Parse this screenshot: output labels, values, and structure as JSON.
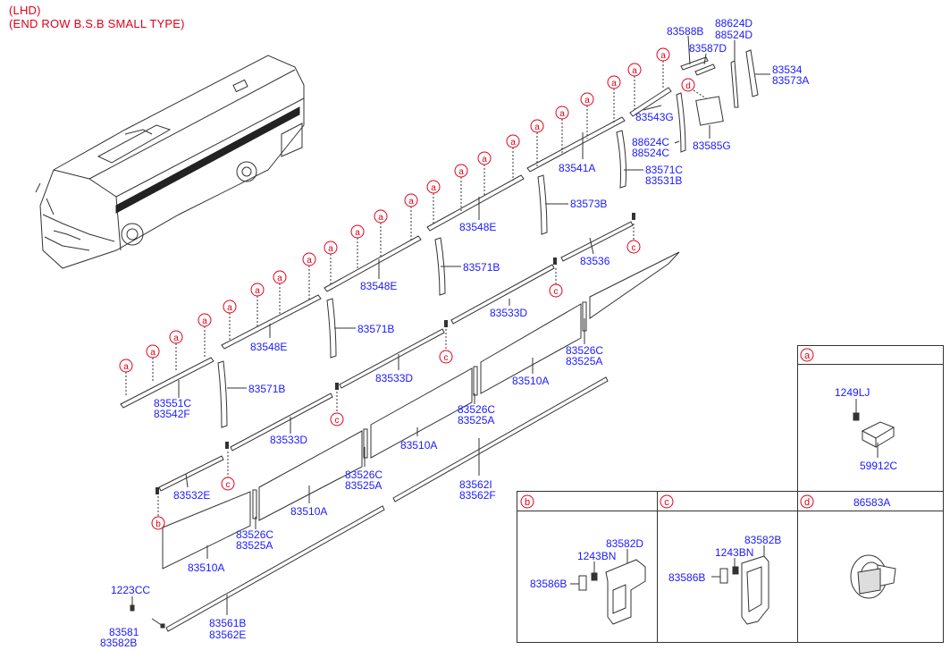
{
  "header": {
    "line1": "(LHD)",
    "line2": "(END ROW B.S.B SMALL TYPE)"
  },
  "colors": {
    "part_number": "#1a1aff",
    "marker": "#e0001a",
    "line": "#333333"
  },
  "parts": {
    "p83588B": "83588B",
    "p88624D": "88624D",
    "p88524D": "88524D",
    "p83587D": "83587D",
    "p83534": "83534",
    "p83573A": "83573A",
    "p83543G": "83543G",
    "p88624C": "88624C",
    "p88524C": "88524C",
    "p83585G": "83585G",
    "p83541A": "83541A",
    "p83571C": "83571C",
    "p83531B": "83531B",
    "p83573B": "83573B",
    "p83548E_1": "83548E",
    "p83536": "83536",
    "p83571B_1": "83571B",
    "p83548E_2": "83548E",
    "p83533D_1": "83533D",
    "p83571B_2": "83571B",
    "p83548E_3": "83548E",
    "p83526C_1": "83526C",
    "p83525A_1": "83525A",
    "p83551C": "83551C",
    "p83542F": "83542F",
    "p83571B_3": "83571B",
    "p83533D_2": "83533D",
    "p83510A_1": "83510A",
    "p83526C_2": "83526C",
    "p83525A_2": "83525A",
    "p83533D_3": "83533D",
    "p83510A_2": "83510A",
    "p83526C_3": "83526C",
    "p83525A_3": "83525A",
    "p83562I": "83562I",
    "p83562F": "83562F",
    "p83532E": "83532E",
    "p83510A_3": "83510A",
    "p83526C_4": "83526C",
    "p83525A_4": "83525A",
    "p83510A_4": "83510A",
    "p1223CC": "1223CC",
    "p83561B": "83561B",
    "p83562E": "83562E",
    "p83581": "83581",
    "p83582B": "83582B"
  },
  "markers": {
    "a": "a",
    "b": "b",
    "c": "c",
    "d": "d"
  },
  "detail_boxes": {
    "a": {
      "letter": "a",
      "parts": [
        "1249LJ",
        "59912C"
      ]
    },
    "b": {
      "letter": "b",
      "parts": [
        "83582D",
        "1243BN",
        "83586B"
      ]
    },
    "c": {
      "letter": "c",
      "parts": [
        "83582B",
        "1243BN",
        "83586B"
      ]
    },
    "d": {
      "letter": "d",
      "title": "86583A"
    }
  }
}
